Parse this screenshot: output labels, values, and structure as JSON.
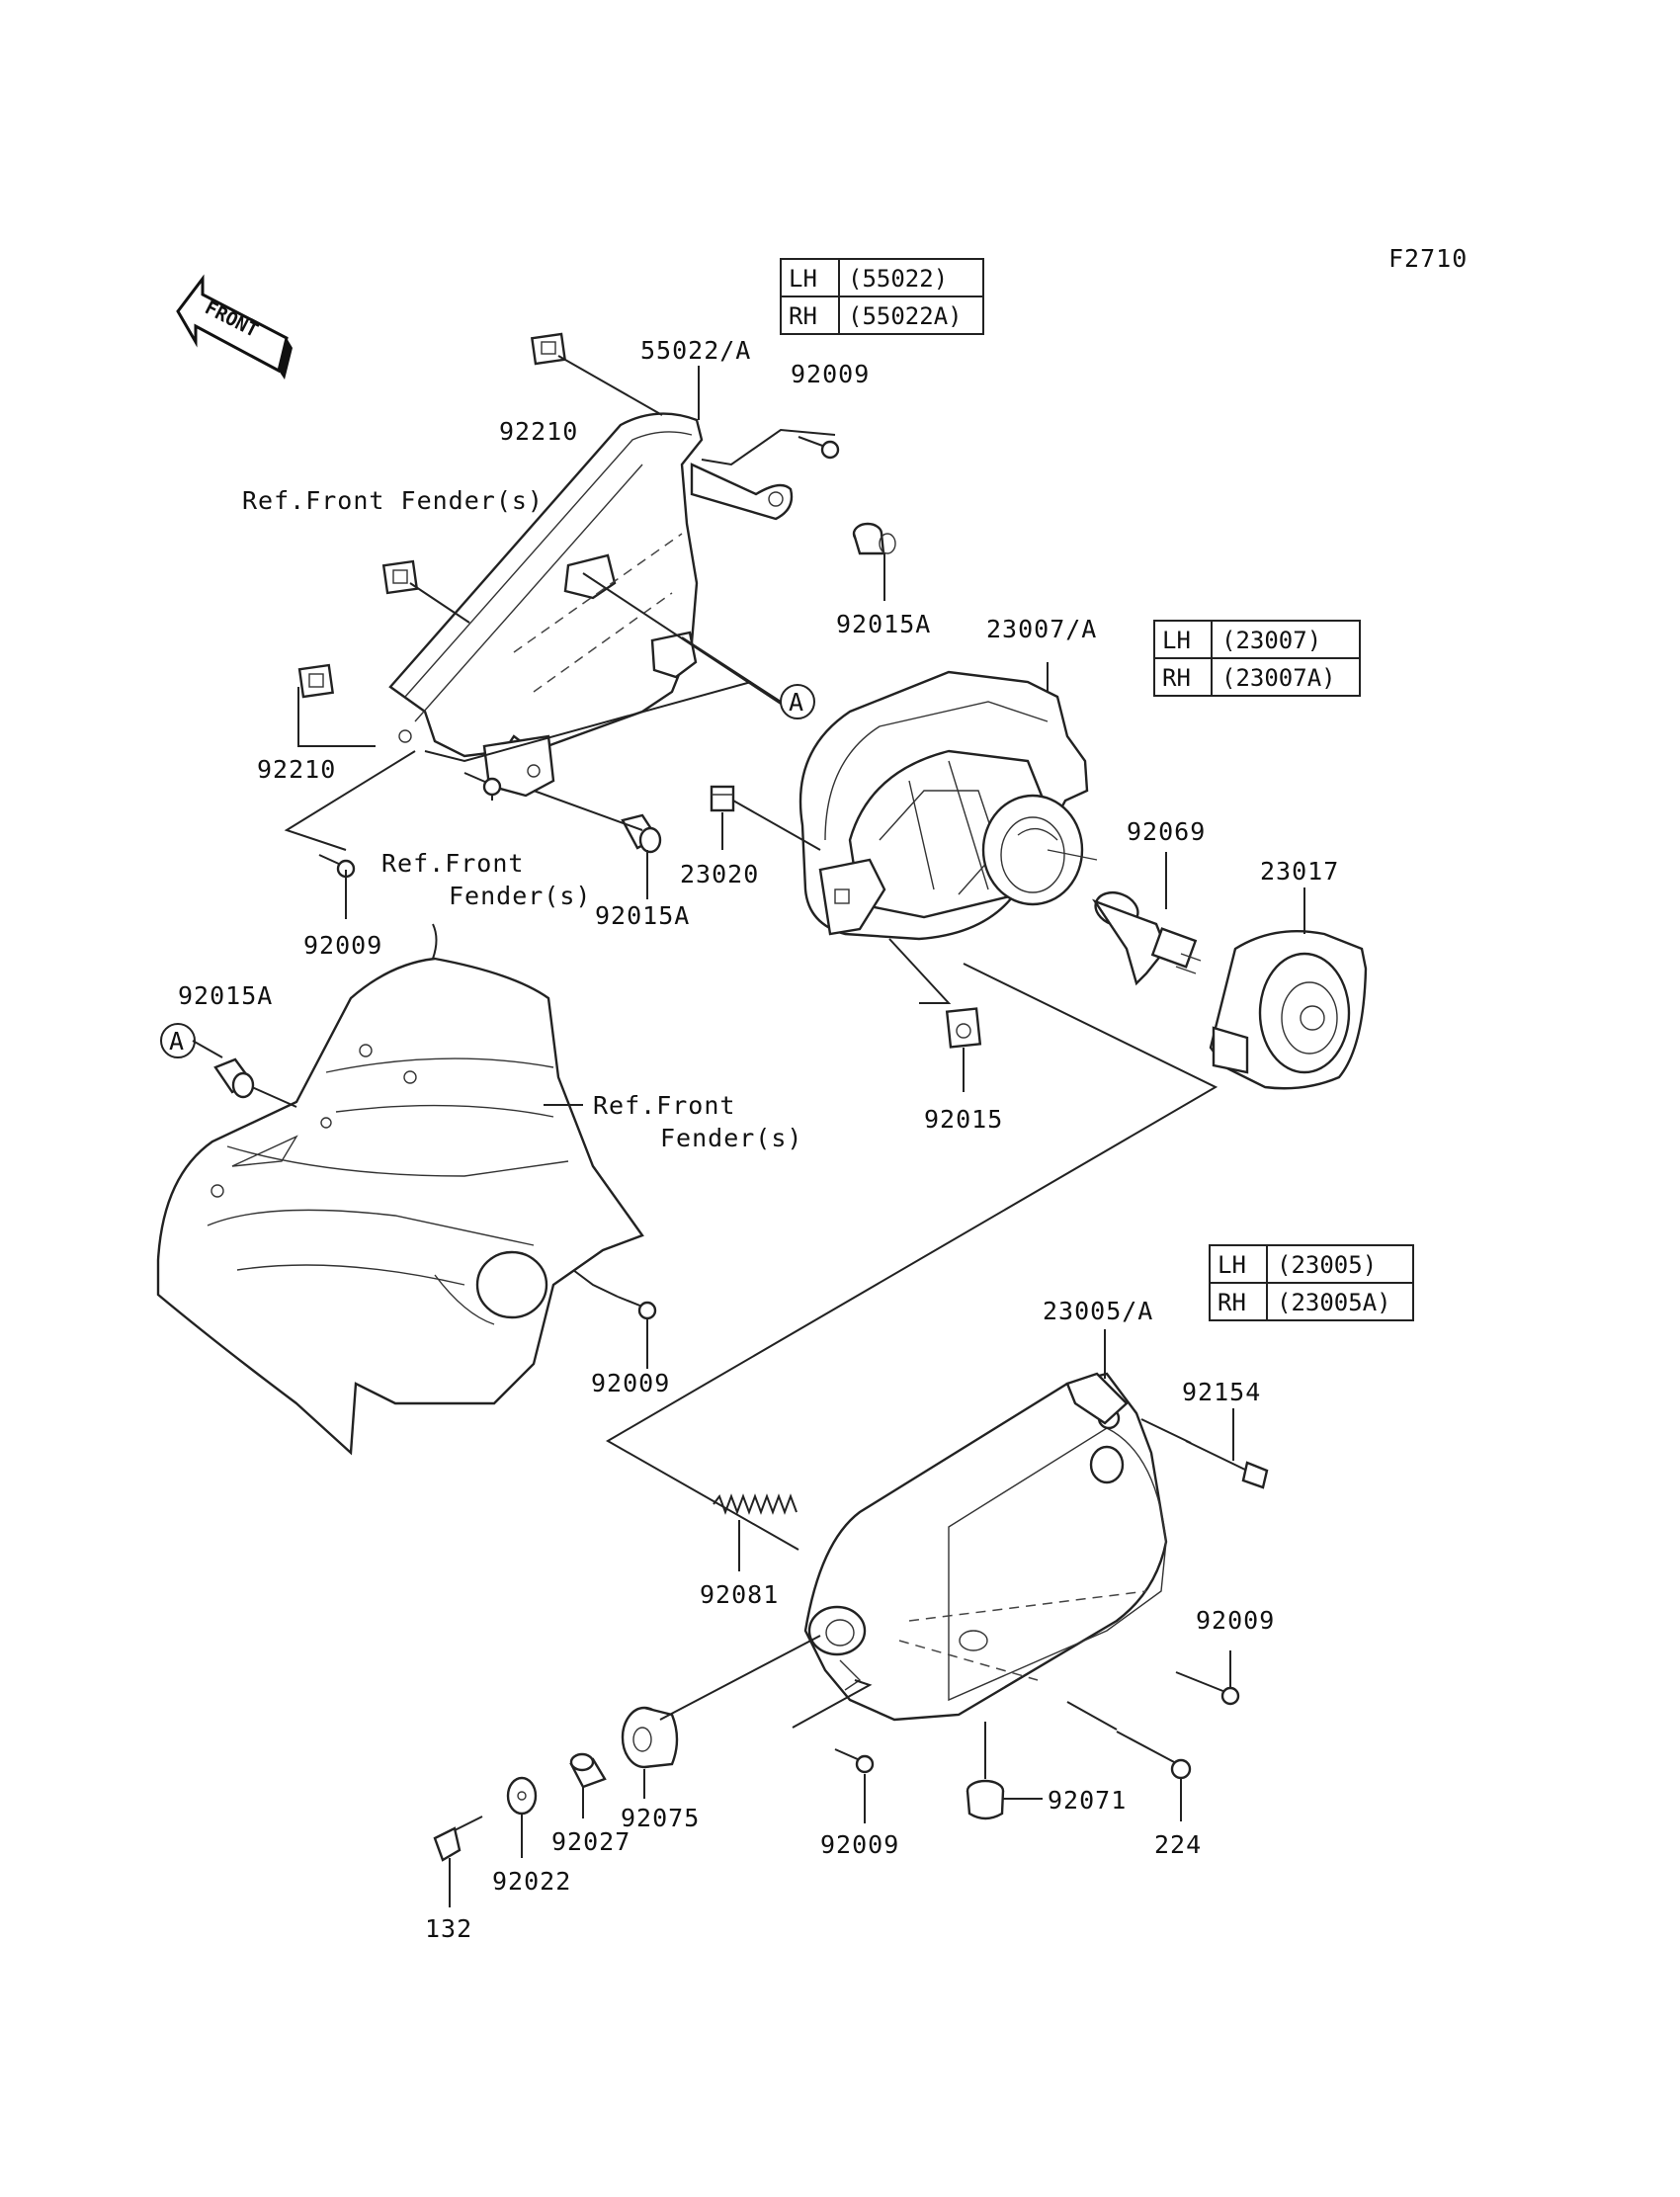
{
  "figure_code": "F2710",
  "front_arrow_label": "FRONT",
  "ref_label_a": "A",
  "ref_front_fender": {
    "line1": "Ref.Front",
    "line2": "Fender(s)",
    "single": "Ref.Front Fender(s)"
  },
  "tables": {
    "t55022": {
      "lh_key": "LH",
      "lh_val": "(55022)",
      "rh_key": "RH",
      "rh_val": "(55022A)"
    },
    "t23007": {
      "lh_key": "LH",
      "lh_val": "(23007)",
      "rh_key": "RH",
      "rh_val": "(23007A)"
    },
    "t23005": {
      "lh_key": "LH",
      "lh_val": "(23005)",
      "rh_key": "RH",
      "rh_val": "(23005A)"
    }
  },
  "parts": {
    "p55022": "55022/A",
    "p92210_top": "92210",
    "p92210_mid": "92210",
    "p92009_top": "92009",
    "p92015a_top": "92015A",
    "p92015a_mid": "92015A",
    "p92015a_left": "92015A",
    "p92009_left": "92009",
    "p23007": "23007/A",
    "p23020": "23020",
    "p92069": "92069",
    "p23017": "23017",
    "p92015": "92015",
    "p92009_fairing": "92009",
    "p23005": "23005/A",
    "p92154": "92154",
    "p92081": "92081",
    "p92009_right": "92009",
    "p92075": "92075",
    "p92027": "92027",
    "p92022": "92022",
    "p132": "132",
    "p92009_bottom": "92009",
    "p92071": "92071",
    "p224": "224"
  }
}
